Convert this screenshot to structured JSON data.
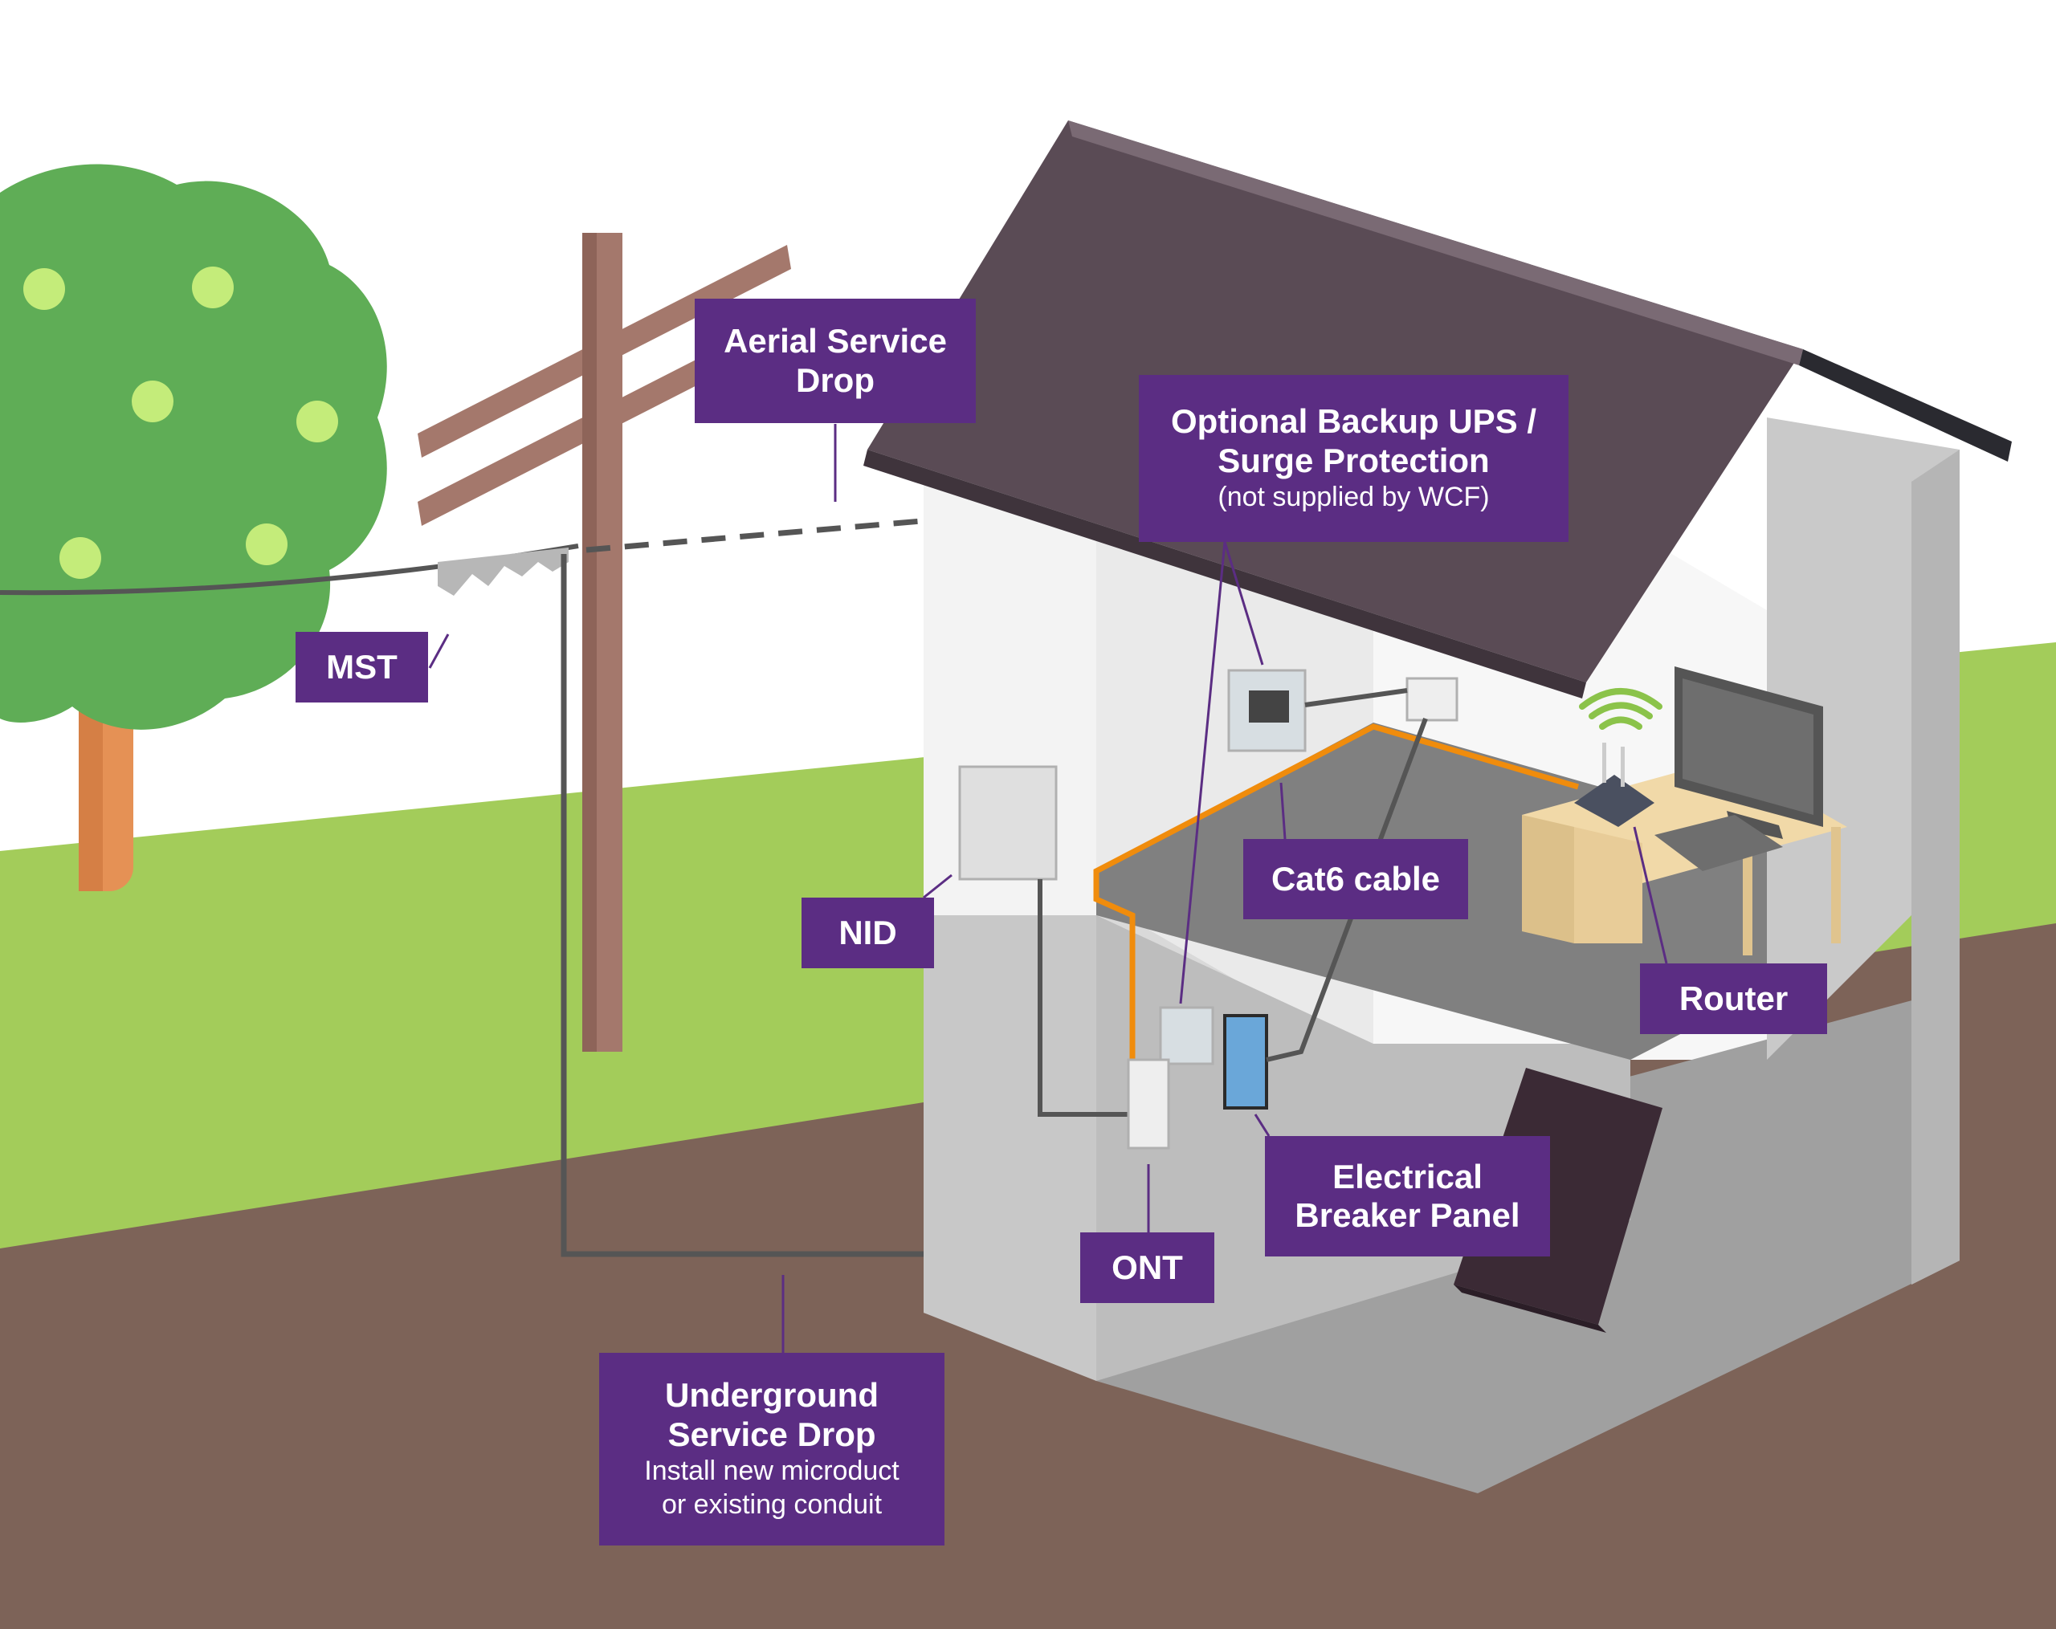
{
  "labels": {
    "aerial": {
      "line1": "Aerial Service",
      "line2": "Drop"
    },
    "mst": {
      "text": "MST"
    },
    "ups": {
      "line1": "Optional Backup UPS /",
      "line2": "Surge Protection",
      "note": "(not supplied by WCF)"
    },
    "cat6": {
      "text": "Cat6 cable"
    },
    "nid": {
      "text": "NID"
    },
    "router": {
      "text": "Router"
    },
    "breaker": {
      "line1": "Electrical",
      "line2": "Breaker Panel"
    },
    "ont": {
      "text": "ONT"
    },
    "underground": {
      "line1": "Underground",
      "line2": "Service Drop",
      "sub1": "Install new microduct",
      "sub2": "or existing conduit"
    }
  },
  "colors": {
    "label_bg": "#5b2d83",
    "grass": "#a3cc5a",
    "soil": "#7d6358",
    "tree_leaves": "#5fad56",
    "tree_fruit": "#c4ec7a",
    "tree_trunk": "#e59155",
    "pole": "#a4786c",
    "roof": "#5a4b55",
    "cable": "#555555",
    "cat6": "#f08c0c",
    "wifi": "#8bc34a"
  },
  "icons": [
    "tree-icon",
    "utility-pole-icon",
    "house-icon",
    "wifi-icon",
    "monitor-icon",
    "router-icon",
    "desk-icon",
    "stairs-icon"
  ]
}
